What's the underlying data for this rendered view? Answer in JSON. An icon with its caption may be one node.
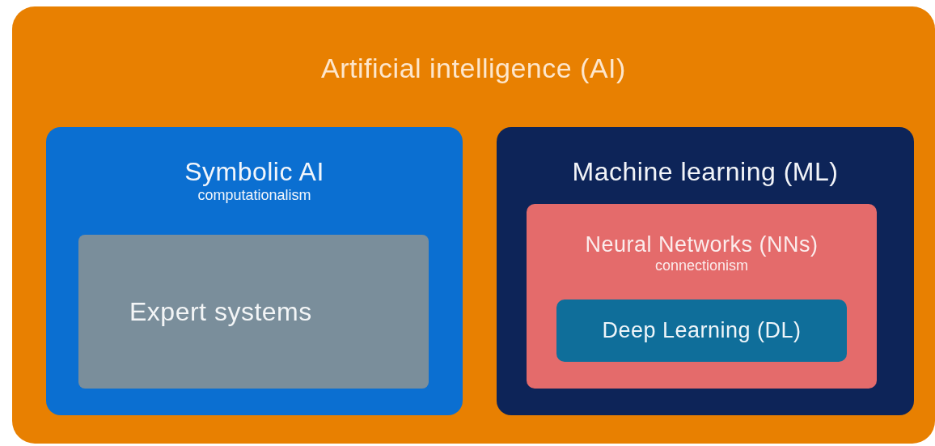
{
  "diagram": {
    "nodes": [
      {
        "text": [
          "Artificial intelligence (AI)"
        ]
      },
      {
        "text": [
          "Symbolic AI",
          "computationalism"
        ],
        "in": 0
      },
      {
        "text": [
          "Expert systems"
        ],
        "in": 1
      },
      {
        "text": [
          "Machine learning (ML)"
        ],
        "in": 0
      },
      {
        "text": [
          "Neural Networks (NNs)",
          "connectionism"
        ],
        "in": 3
      },
      {
        "text": [
          "Deep Learning (DL)"
        ],
        "in": 4
      }
    ]
  }
}
